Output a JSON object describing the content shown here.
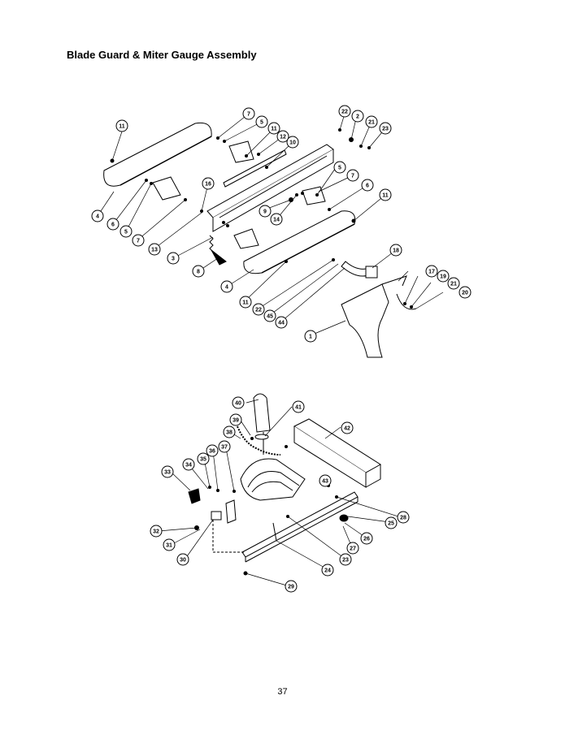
{
  "page": {
    "title": "Blade Guard & Miter Gauge Assembly",
    "page_number": "37"
  },
  "blade_guard": {
    "callouts": [
      "11",
      "7",
      "5",
      "11",
      "12",
      "10",
      "22",
      "2",
      "21",
      "23",
      "16",
      "5",
      "7",
      "6",
      "11",
      "9",
      "14",
      "4",
      "6",
      "5",
      "7",
      "13",
      "3",
      "8",
      "18",
      "4",
      "17",
      "19",
      "21",
      "20",
      "11",
      "22",
      "45",
      "44",
      "1"
    ]
  },
  "miter_gauge": {
    "callouts": [
      "40",
      "41",
      "39",
      "38",
      "42",
      "36",
      "37",
      "35",
      "34",
      "33",
      "43",
      "32",
      "31",
      "30",
      "28",
      "25",
      "26",
      "27",
      "24",
      "23",
      "29"
    ]
  }
}
